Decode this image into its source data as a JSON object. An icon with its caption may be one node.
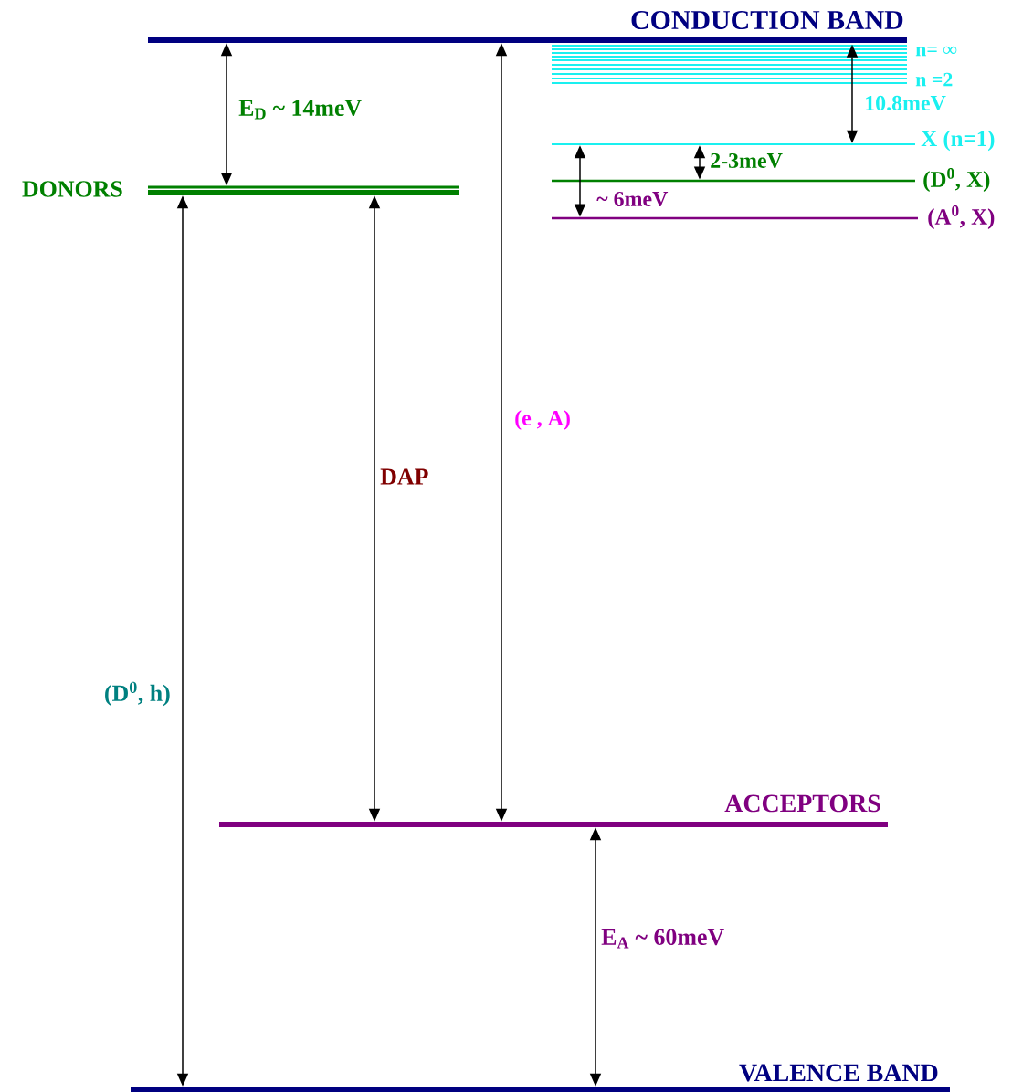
{
  "diagram": {
    "nodes": [
      {
        "text": [
          "CONDUCTION BAND"
        ]
      },
      {
        "text": [
          "n= ∞",
          "n =2"
        ]
      },
      {
        "text": [
          "X (n=1)"
        ]
      },
      {
        "text": [
          "(D$^{0}$, X)"
        ]
      },
      {
        "text": [
          "DONORS"
        ]
      },
      {
        "text": [
          "(A$^{0}$, X)"
        ]
      },
      {
        "text": [
          "ACCEPTORS"
        ]
      },
      {
        "text": [
          "VALENCE BAND"
        ]
      }
    ],
    "edges": [
      {
        "from": 0,
        "to": 4,
        "arrow": "both",
        "label": "E$_{D}$ ~ 14meV"
      },
      {
        "from": 4,
        "to": 7,
        "arrow": "both",
        "label": "(D$^{0}$, h)"
      },
      {
        "from": 4,
        "to": 6,
        "arrow": "both",
        "label": "DAP"
      },
      {
        "from": 0,
        "to": 6,
        "arrow": "both",
        "label": "(e , A)"
      },
      {
        "from": 6,
        "to": 7,
        "arrow": "both",
        "label": "E$_{A}$ ~ 60meV"
      },
      {
        "from": 1,
        "to": 2,
        "arrow": "both",
        "label": "10.8meV"
      },
      {
        "from": 2,
        "to": 3,
        "arrow": "both",
        "label": "2-3meV"
      },
      {
        "from": 2,
        "to": 5,
        "arrow": "both",
        "label": "~ 6meV"
      }
    ]
  }
}
